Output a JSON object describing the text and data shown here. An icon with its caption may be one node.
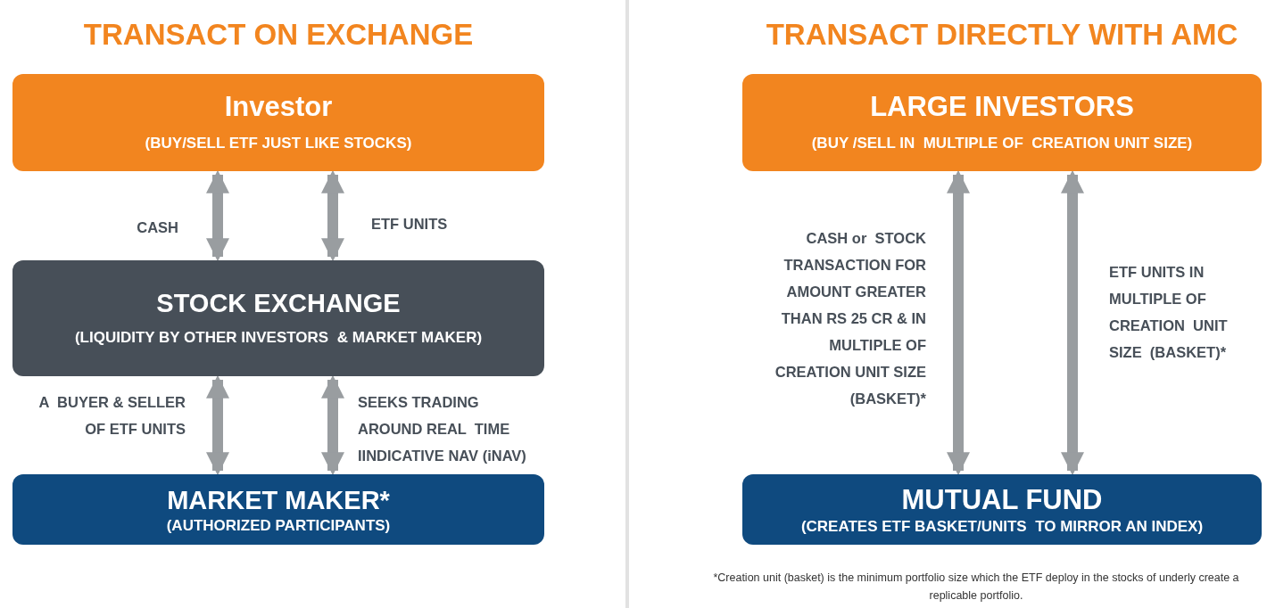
{
  "diagram": {
    "nodes": [
      {
        "text": [
          "Investor",
          "(BUY/SELL ETF JUST LIKE STOCKS)"
        ]
      },
      {
        "text": [
          "STOCK EXCHANGE",
          "(LIQUIDITY BY OTHER INVESTORS  & MARKET MAKER)"
        ]
      },
      {
        "text": [
          "MARKET MAKER*",
          "(AUTHORIZED PARTICIPANTS)"
        ]
      },
      {
        "text": [
          "LARGE INVESTORS",
          "(BUY /SELL IN  MULTIPLE OF  CREATION UNIT SIZE)"
        ]
      },
      {
        "text": [
          "MUTUAL FUND",
          "(CREATES ETF BASKET/UNITS  TO MIRROR AN INDEX)"
        ]
      }
    ],
    "edges": [
      {
        "from": 0,
        "to": 1,
        "arrow": "both",
        "label": "CASH"
      },
      {
        "from": 0,
        "to": 1,
        "arrow": "both",
        "label": "ETF UNITS"
      },
      {
        "from": 1,
        "to": 2,
        "arrow": "both",
        "label": "A  BUYER & SELLER OF ETF UNITS"
      },
      {
        "from": 1,
        "to": 2,
        "arrow": "both",
        "label": "SEEKS TRADING AROUND REAL  TIME IINDICATIVE NAV (iNAV)"
      },
      {
        "from": 3,
        "to": 4,
        "arrow": "both",
        "label": "CASH or  STOCK TRANSACTION FOR AMOUNT GREATER THAN RS 25 CR & IN MULTIPLE OF CREATION UNIT SIZE (BASKET)*"
      },
      {
        "from": 3,
        "to": 4,
        "arrow": "both",
        "label": "ETF UNITS IN MULTIPLE OF CREATION  UNIT SIZE  (BASKET)*"
      }
    ],
    "labels": [
      "TRANSACT ON EXCHANGE",
      "TRANSACT DIRECTLY WITH AMC",
      "*Creation unit (basket)  is the minimum portfolio size which the ETF deploy in the stocks of underly create a replicable portfolio."
    ]
  }
}
